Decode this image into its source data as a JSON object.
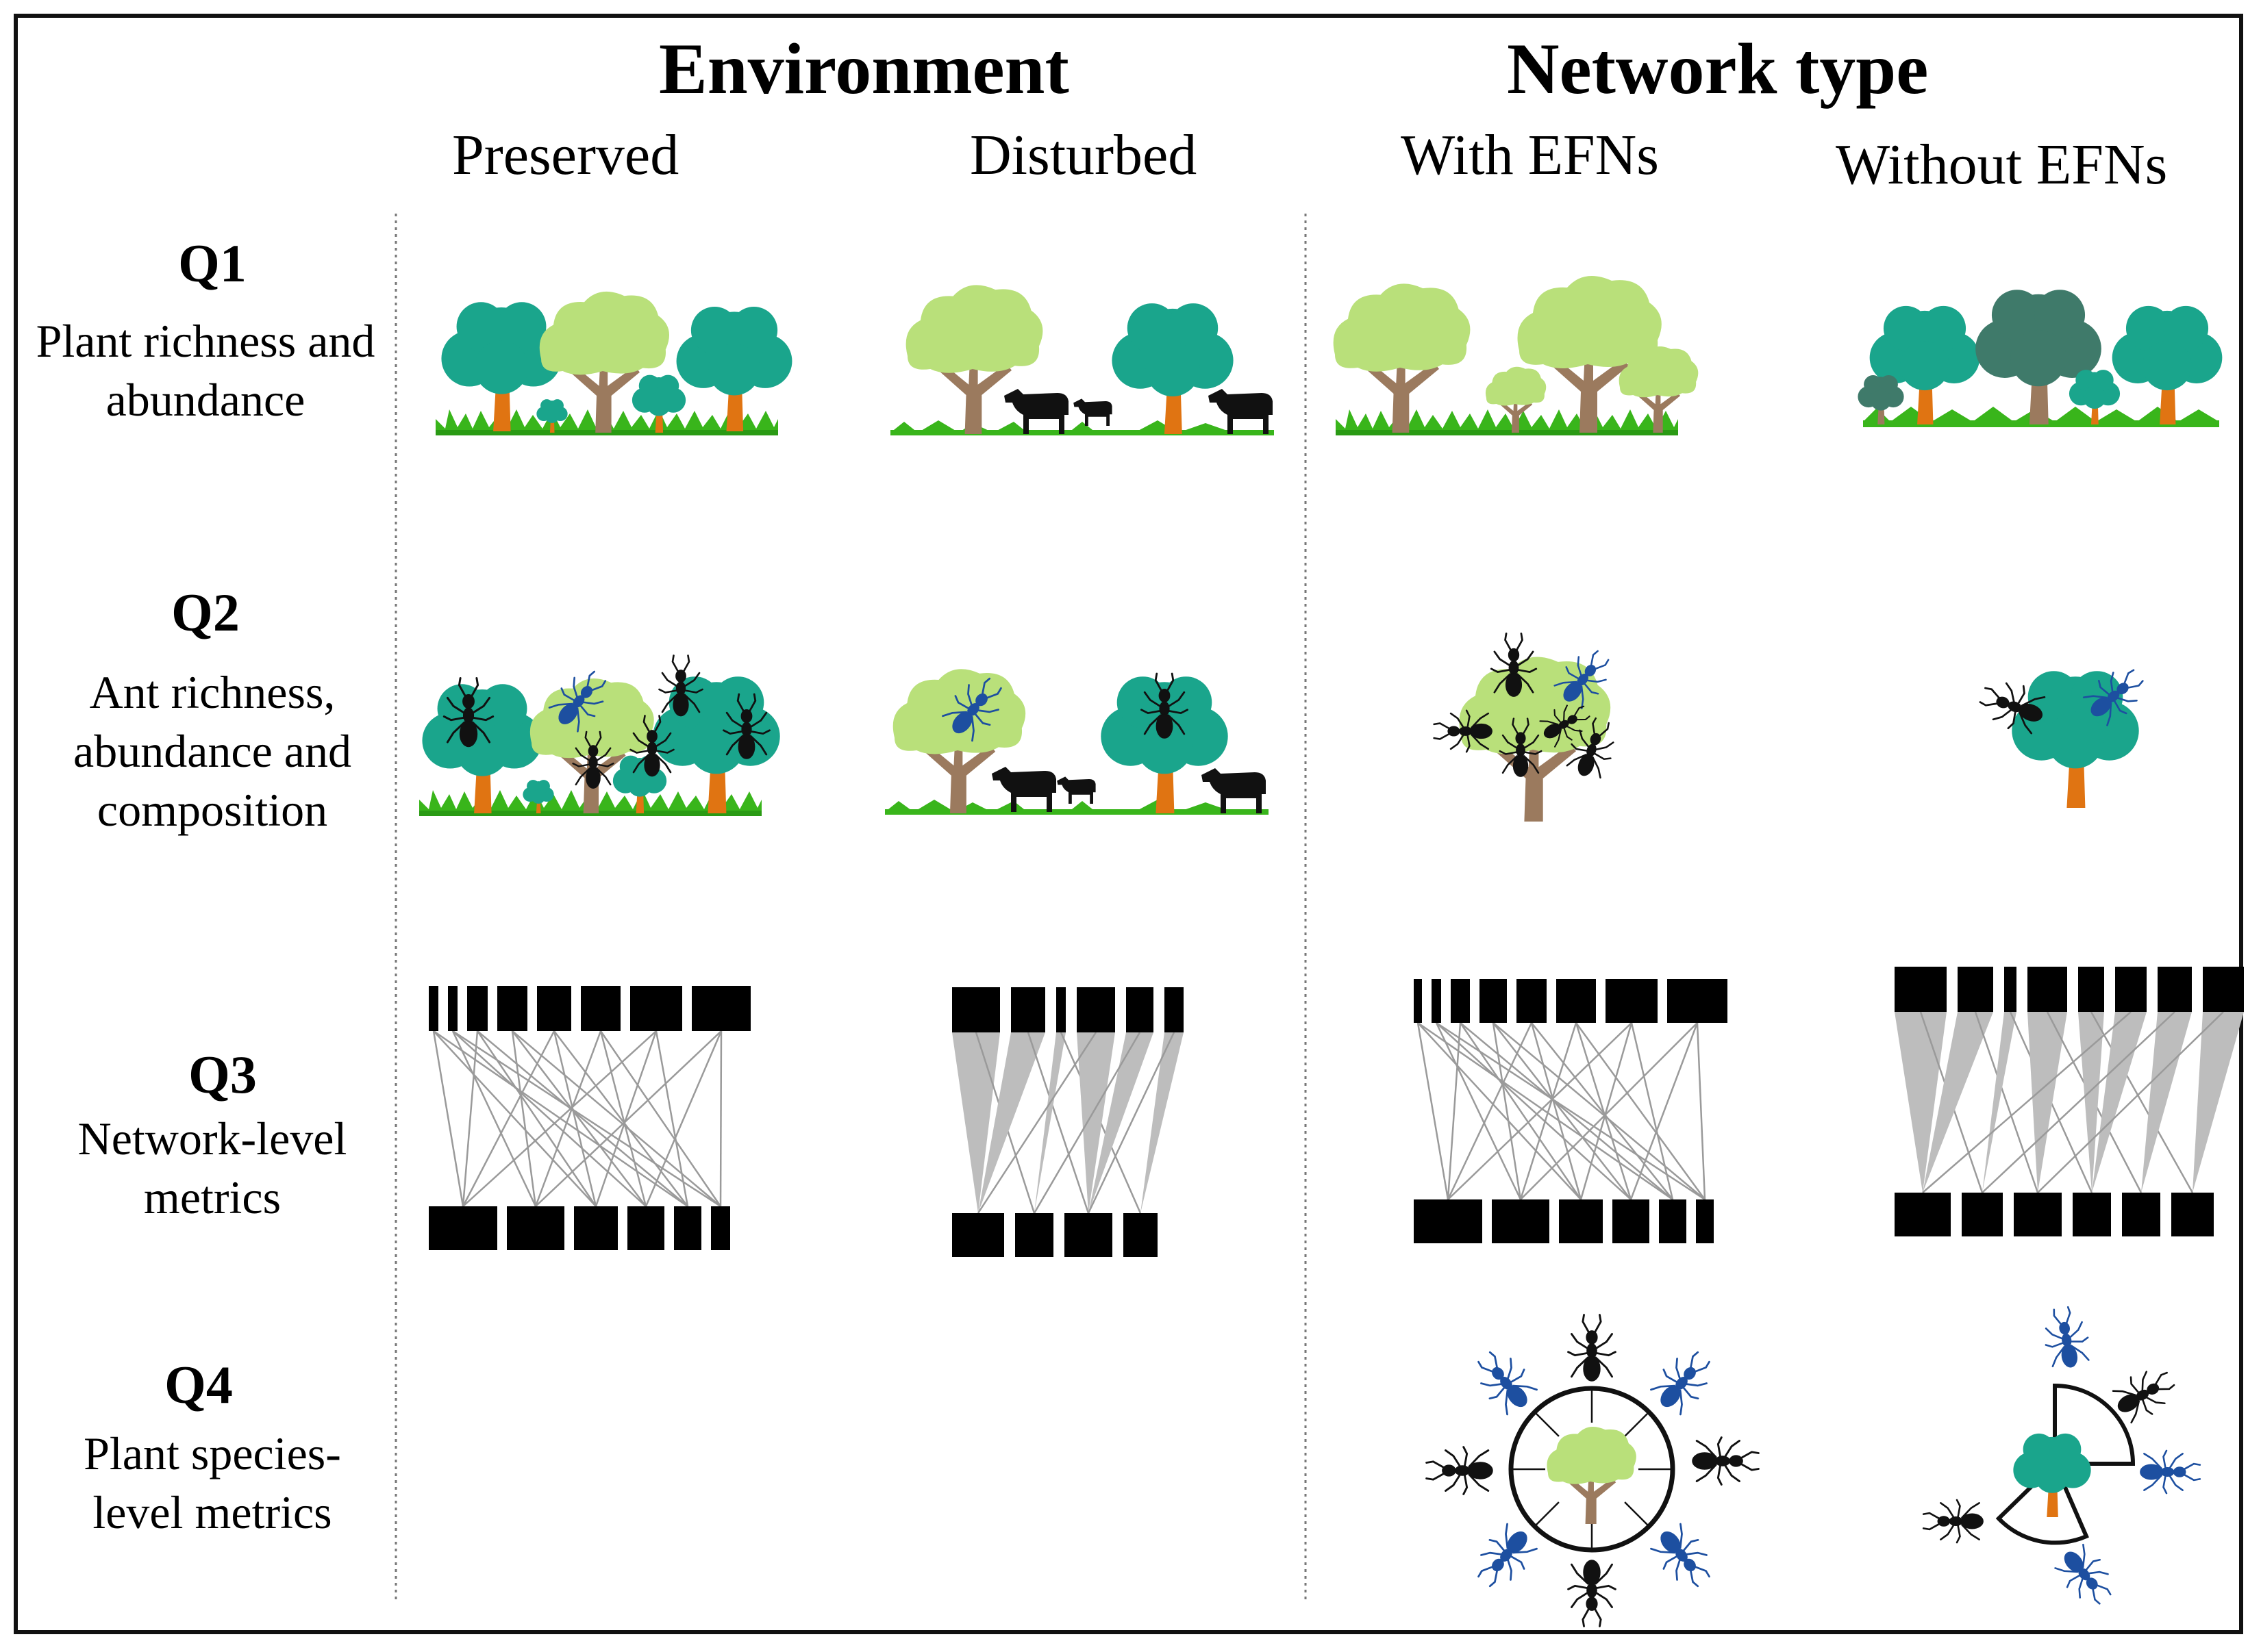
{
  "headers": {
    "environment": "Environment",
    "network_type": "Network type"
  },
  "columns": [
    "Preserved",
    "Disturbed",
    "With EFNs",
    "Without EFNs"
  ],
  "rows": [
    {
      "id": "Q1",
      "label": "Plant richness and abundance"
    },
    {
      "id": "Q2",
      "label": "Ant richness, abundance and composition"
    },
    {
      "id": "Q3",
      "label": "Network-level metrics"
    },
    {
      "id": "Q4",
      "label": "Plant species-level metrics"
    }
  ],
  "colors": {
    "tree_dark": "#1aa58c",
    "tree_light": "#b9e07a",
    "tree_muted": "#3f7a6a",
    "trunk_orange": "#e07412",
    "trunk_brown": "#9b7a5e",
    "grass": "#39b51b",
    "ant_black": "#111111",
    "ant_blue": "#1d4fa0",
    "link_gray": "#9a9a9a",
    "node_black": "#000000",
    "border": "#111111"
  },
  "icons": [
    "tree-icon",
    "cow-icon",
    "ant-icon",
    "grass-icon",
    "network-node-icon"
  ]
}
